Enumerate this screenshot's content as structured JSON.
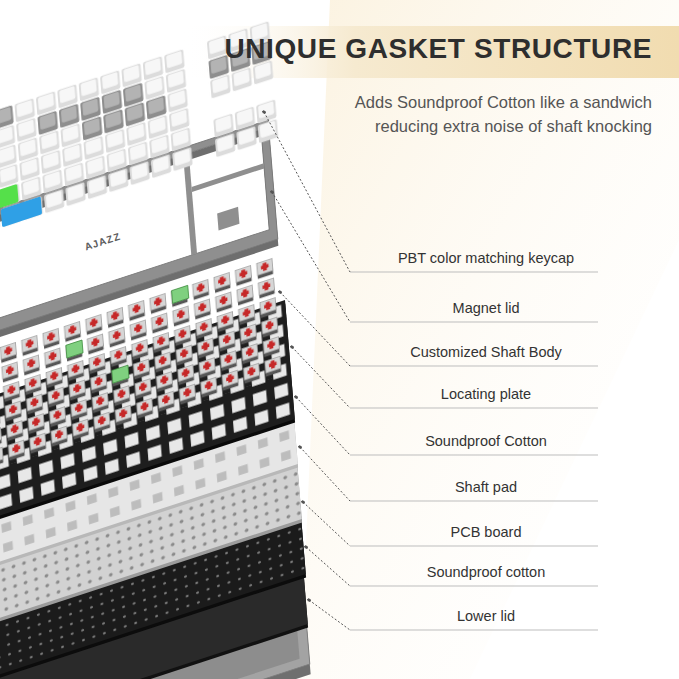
{
  "diagram": {
    "title": "UNIQUE GASKET STRUCTURE",
    "labels": [
      "Adds Soundproof Cotton like a sandwich reducing extra noise of shaft knocking",
      "PBT color matching keycap",
      "Magnet lid",
      "Customized Shaft Body",
      "Locating plate",
      "Soundproof Cotton",
      "Shaft pad",
      "PCB board",
      "Soundproof cotton",
      "Lower lid",
      "AJAZZ"
    ]
  }
}
